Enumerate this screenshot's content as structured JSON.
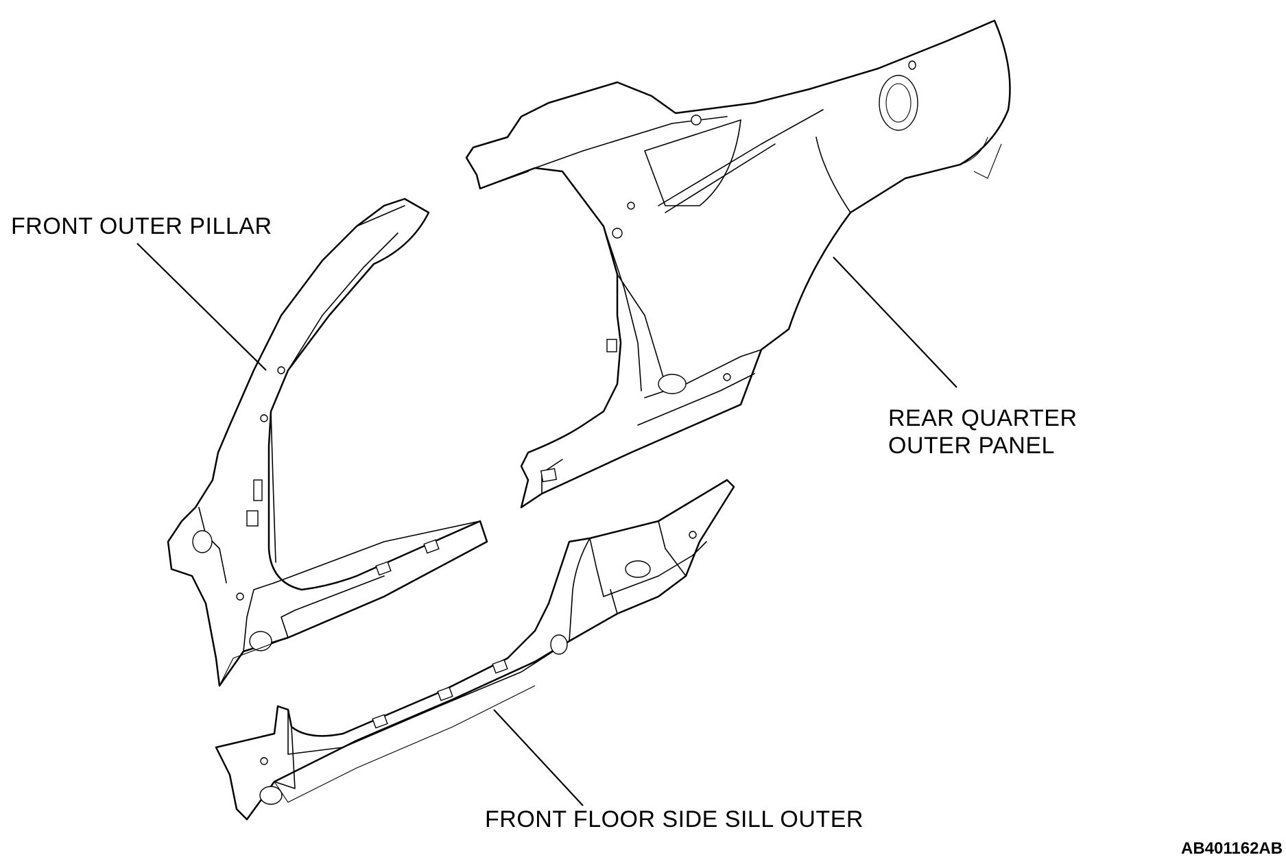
{
  "labels": {
    "front_outer_pillar": "FRONT OUTER PILLAR",
    "rear_quarter_outer_panel_line1": "REAR QUARTER",
    "rear_quarter_outer_panel_line2": "OUTER PANEL",
    "front_floor_side_sill_outer": "FRONT FLOOR SIDE SILL OUTER"
  },
  "figure_code": "AB401162AB",
  "colors": {
    "line": "#000000",
    "background": "#ffffff"
  }
}
